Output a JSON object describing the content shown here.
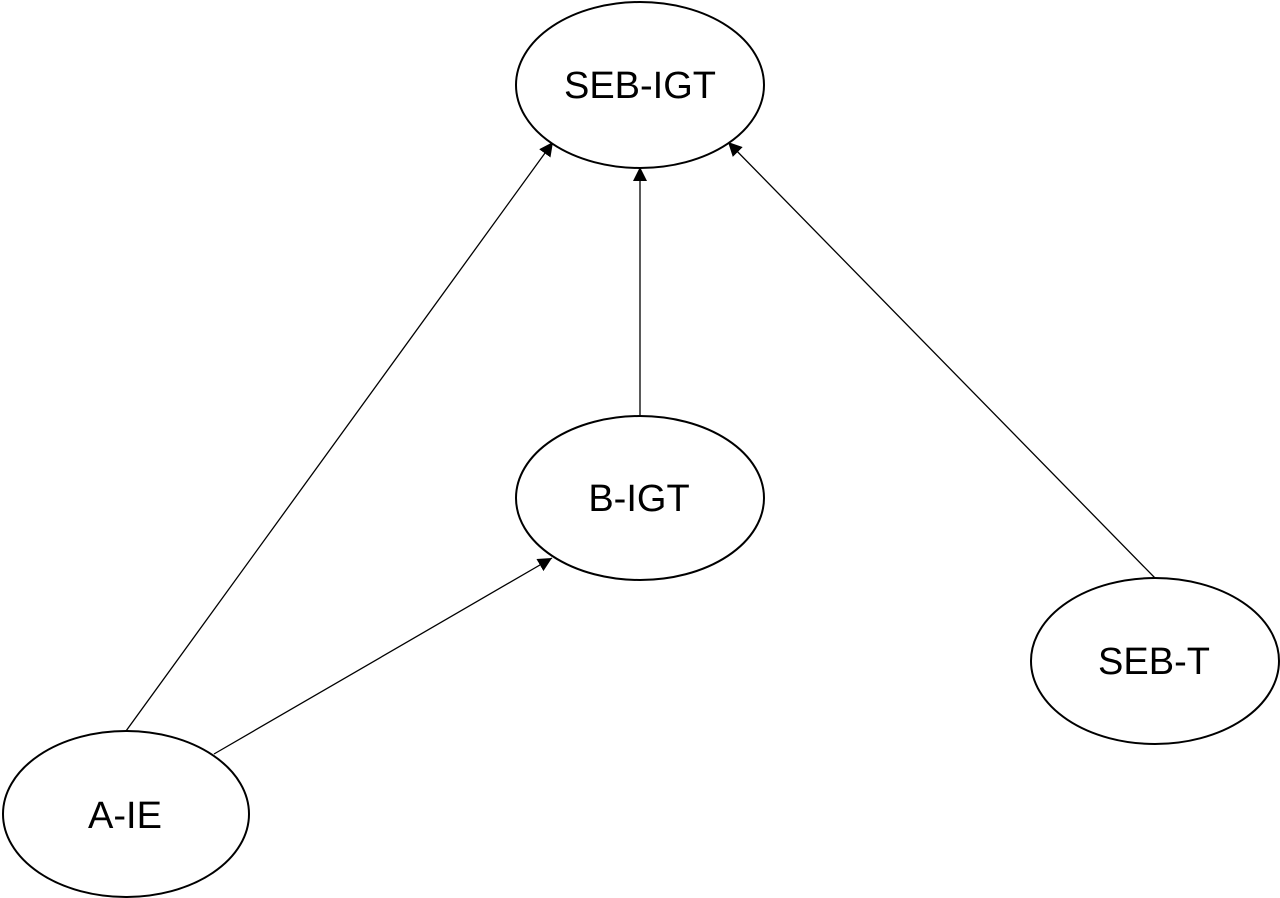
{
  "diagram": {
    "nodes": [
      {
        "id": "SEB-IGT",
        "label": "SEB-IGT"
      },
      {
        "id": "B-IGT",
        "label": "B-IGT"
      },
      {
        "id": "SEB-T",
        "label": "SEB-T"
      },
      {
        "id": "A-IE",
        "label": "A-IE"
      }
    ],
    "edges": [
      {
        "from": "A-IE",
        "to": "SEB-IGT"
      },
      {
        "from": "B-IGT",
        "to": "SEB-IGT"
      },
      {
        "from": "SEB-T",
        "to": "SEB-IGT"
      },
      {
        "from": "A-IE",
        "to": "B-IGT"
      }
    ],
    "colors": {
      "stroke": "#000000",
      "fill": "#ffffff",
      "background": "#ffffff"
    }
  }
}
